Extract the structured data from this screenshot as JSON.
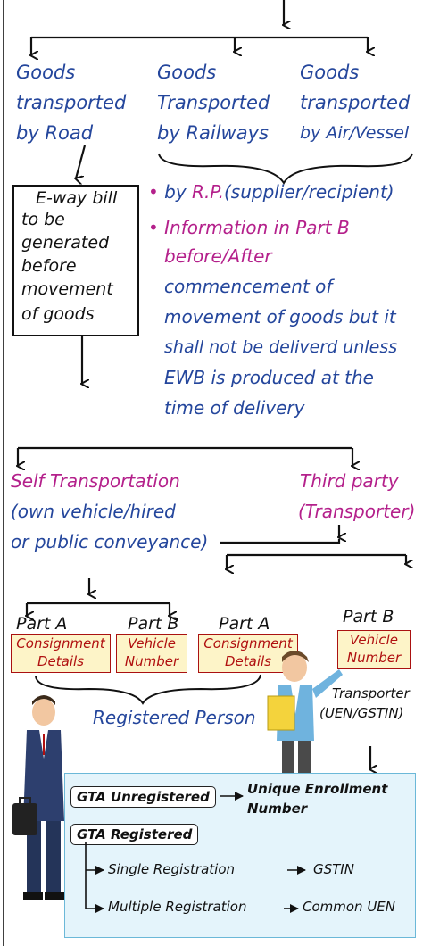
{
  "top_branches": {
    "road": [
      "Goods",
      "transported",
      "by Road"
    ],
    "rail": [
      "Goods",
      "Transported",
      "by Railways"
    ],
    "air": [
      "Goods",
      "transported",
      "by Air/Vessel"
    ]
  },
  "ewb_box": [
    "E-way bill",
    "to be",
    "generated",
    "before",
    "movement",
    "of goods"
  ],
  "bullets": {
    "b1_prefix": "by ",
    "b1_rp": "R.P.",
    "b1_suffix": "(supplier/recipient)",
    "b2_line1": "Information in Part B",
    "b2_rest": [
      "before/After",
      "commencement of",
      "movement of goods but it",
      "shall not be deliverd unless",
      "EWB is produced at the",
      "time of delivery"
    ]
  },
  "self_transport": [
    "Self Transportation",
    "(own vehicle/hired",
    "or public conveyance)"
  ],
  "third_party": [
    "Third party",
    "(Transporter)"
  ],
  "parts": {
    "part_a": "Part A",
    "part_b": "Part B",
    "consignment": [
      "Consignment",
      "Details"
    ],
    "vehicle": [
      "Vehicle",
      "Number"
    ]
  },
  "registered_person": "Registered Person",
  "transporter": [
    "Transporter",
    "(UEN/GSTIN)"
  ],
  "gta": {
    "unregistered": "GTA Unregistered",
    "unique_enrollment": [
      "Unique Enrollment",
      "Number"
    ],
    "registered": "GTA Registered",
    "single_registration": "Single Registration",
    "gstin": "GSTIN",
    "multiple_registration": "Multiple Registration",
    "common_uen": "Common UEN"
  },
  "colors": {
    "handwriting_blue": "#1f3c8f",
    "magenta": "#b4208b",
    "box_fill": "#fdf4c8",
    "box_text": "#b01010",
    "gta_fill": "#e4f4fb"
  }
}
